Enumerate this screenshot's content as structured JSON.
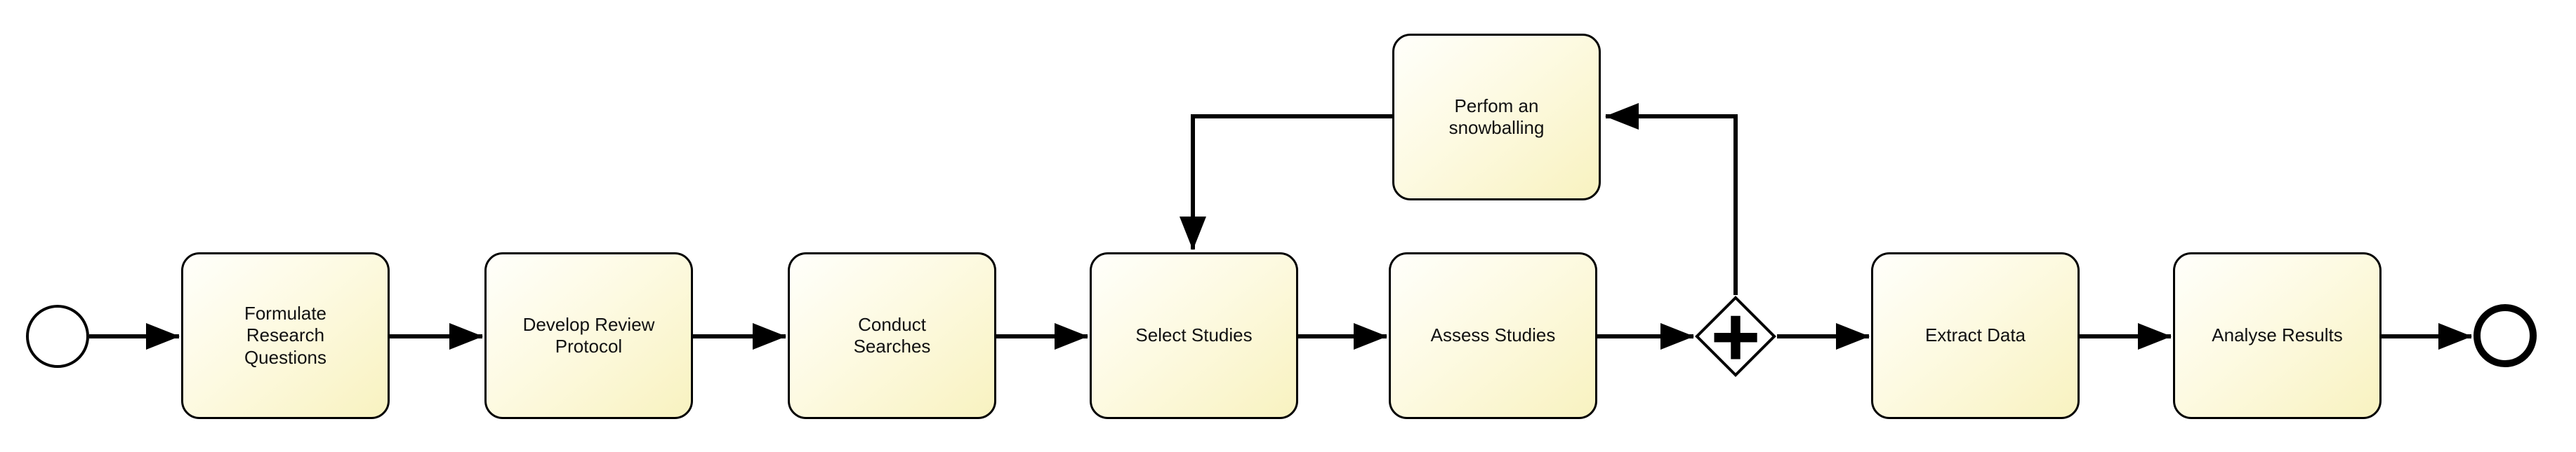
{
  "diagram": {
    "type": "bpmn-process",
    "background_color": "#ffffff",
    "stroke_color": "#000000",
    "task_fill_top": "#fffffb",
    "task_fill_bottom": "#f8f2c0",
    "start_event": {
      "id": "start",
      "label": ""
    },
    "end_event": {
      "id": "end",
      "label": ""
    },
    "gateway": {
      "id": "gateway",
      "type": "parallel",
      "symbol": "+"
    },
    "tasks": [
      {
        "id": "formulate",
        "label": "Formulate Research Questions"
      },
      {
        "id": "develop",
        "label": "Develop Review Protocol"
      },
      {
        "id": "conduct",
        "label": "Conduct Searches"
      },
      {
        "id": "select",
        "label": "Select Studies"
      },
      {
        "id": "assess",
        "label": "Assess Studies"
      },
      {
        "id": "snowballing",
        "label": "Perfom an snowballing"
      },
      {
        "id": "extract",
        "label": "Extract Data"
      },
      {
        "id": "analyse",
        "label": "Analyse Results"
      }
    ],
    "flows": [
      {
        "from": "start",
        "to": "formulate"
      },
      {
        "from": "formulate",
        "to": "develop"
      },
      {
        "from": "develop",
        "to": "conduct"
      },
      {
        "from": "conduct",
        "to": "select"
      },
      {
        "from": "select",
        "to": "assess"
      },
      {
        "from": "assess",
        "to": "gateway"
      },
      {
        "from": "gateway",
        "to": "extract"
      },
      {
        "from": "extract",
        "to": "analyse"
      },
      {
        "from": "analyse",
        "to": "end"
      },
      {
        "from": "gateway",
        "to": "snowballing"
      },
      {
        "from": "snowballing",
        "to": "select"
      }
    ]
  }
}
